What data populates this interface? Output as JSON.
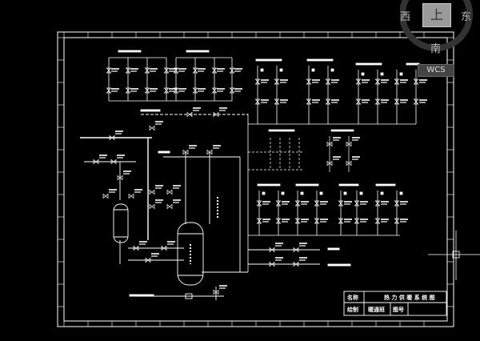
{
  "viewcube": {
    "top": "上",
    "west": "西",
    "east": "东",
    "south": "南"
  },
  "wcs": "WCS",
  "title_block": {
    "label1": "名称",
    "title": "热 力 供 暖 系 统 图",
    "label2": "绘制",
    "value2": "暖通班",
    "label3": "图号"
  },
  "colors": {
    "background": "#000000",
    "lines": "#ffffff",
    "viewcube_face": "#9a9a9a"
  }
}
